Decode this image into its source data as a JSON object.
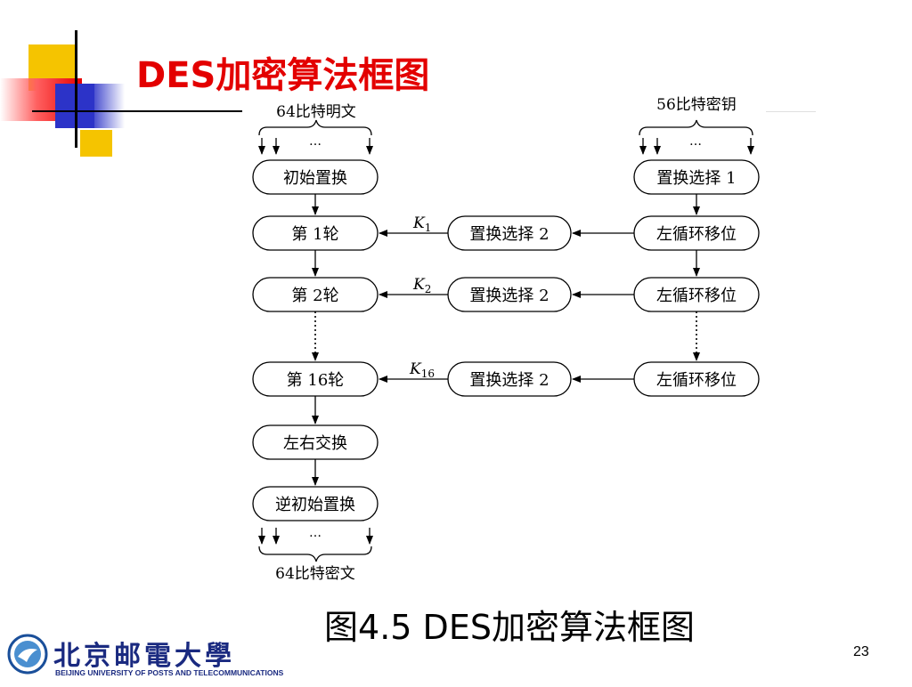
{
  "slide": {
    "title": "DES加密算法框图",
    "caption": "图4.5 DES加密算法框图",
    "page_number": "23"
  },
  "diagram": {
    "plaintext_label": "64比特明文",
    "key_label": "56比特密钥",
    "ciphertext_label": "64比特密文",
    "ellipsis": "…",
    "left_column": [
      "初始置换",
      "第 1轮",
      "第 2轮",
      "第 16轮",
      "左右交换",
      "逆初始置换"
    ],
    "right_column": [
      "置换选择 1",
      "左循环移位",
      "左循环移位",
      "左循环移位"
    ],
    "middle_column": [
      "置换选择 2",
      "置换选择 2",
      "置换选择 2"
    ],
    "key_labels": [
      {
        "letter": "K",
        "sub": "1"
      },
      {
        "letter": "K",
        "sub": "2"
      },
      {
        "letter": "K",
        "sub": "16"
      }
    ]
  },
  "logo": {
    "name_cn": "北京邮電大學",
    "name_en": "BEIJING UNIVERSITY OF POSTS AND TELECOMMUNICATIONS"
  },
  "colors": {
    "title": "#e30000",
    "accent_yellow": "#f5c400",
    "accent_blue": "#2c33c8",
    "logo_blue": "#1a2a80"
  }
}
